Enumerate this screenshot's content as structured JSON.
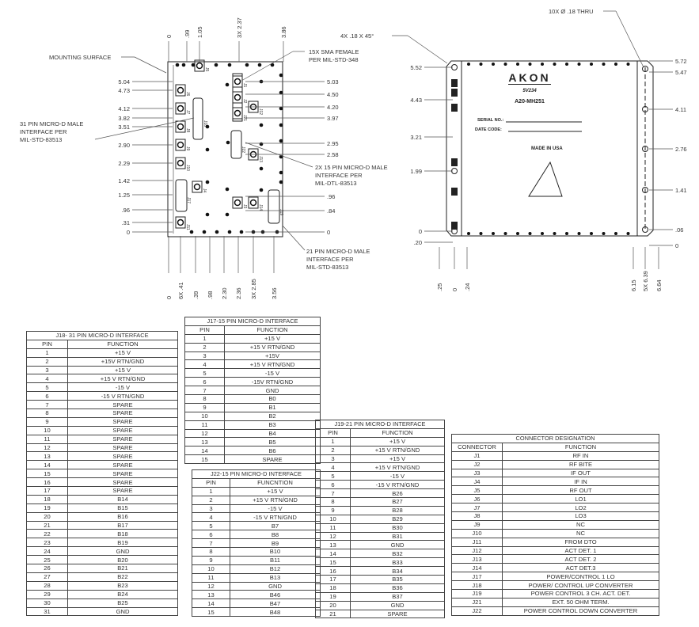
{
  "drawing_left": {
    "notes": {
      "mounting": "MOUNTING SURFACE",
      "sma": [
        "15X SMA FEMALE",
        "PER MIL-STD-348"
      ],
      "pin31": [
        "31 PIN MICRO-D MALE",
        "INTERFACE PER",
        "MIL-STD-83513"
      ],
      "pin15": [
        "2X 15 PIN MICRO-D MALE",
        "INTERFACE PER",
        "MIL-DTL-83513"
      ],
      "pin21": [
        "21 PIN MICRO-D MALE",
        "INTERFACE PER",
        "MIL-STD-83513"
      ]
    },
    "left_dims": [
      "5.04",
      "4.73",
      "4.12",
      "3.82",
      "3.51",
      "2.90",
      "2.29",
      "1.42",
      "1.25",
      ".96",
      ".31",
      "0"
    ],
    "right_dims": [
      "5.03",
      "4.50",
      "4.20",
      "3.97",
      "2.95",
      "2.58",
      ".96",
      ".84",
      "0"
    ],
    "top_dims": [
      "0",
      ".99",
      "1.05",
      "3X 2.37",
      "3.86"
    ],
    "bottom_dims": [
      "0",
      "6X .41",
      ".39",
      ".98",
      "2.30",
      "2.36",
      "3X 2.85",
      "3.56"
    ],
    "connector_labels": [
      "J5",
      "J6",
      "J7",
      "J8",
      "J9",
      "J10",
      "J17",
      "J4",
      "J11",
      "J18",
      "J1",
      "J2",
      "J21",
      "J12",
      "J22",
      "J13",
      "J3",
      "J14",
      "J19"
    ]
  },
  "drawing_right": {
    "notes": {
      "chamfer": "4X .18 X 45°",
      "holes": "10X Ø .18 THRU"
    },
    "left_dims": [
      "5.52",
      "4.43",
      "3.21",
      "1.99",
      "0",
      ".20"
    ],
    "right_dims": [
      "5.72",
      "5.47",
      "4.11",
      "2.76",
      "1.41",
      ".06",
      "0"
    ],
    "bottom_dims": [
      ".25",
      "0",
      ".24",
      "6.15",
      "5X 6.39",
      "6.64"
    ],
    "label": {
      "logo": "AKON",
      "code": "5V234",
      "part": "A20-MH251",
      "serial": "SERIAL NO.:",
      "date": "DATE CODE:",
      "origin": "MADE IN USA"
    }
  },
  "tables": {
    "j18": {
      "title": "J18- 31 PIN  MICRO-D INTERFACE",
      "headers": [
        "PIN",
        "FUNCTION"
      ],
      "rows": [
        [
          "1",
          "+15 V"
        ],
        [
          "2",
          "+15V RTN/GND"
        ],
        [
          "3",
          "+15 V"
        ],
        [
          "4",
          "+15 V RTN/GND"
        ],
        [
          "5",
          "-15 V"
        ],
        [
          "6",
          "-15 V RTN/GND"
        ],
        [
          "7",
          "SPARE"
        ],
        [
          "8",
          "SPARE"
        ],
        [
          "9",
          "SPARE"
        ],
        [
          "10",
          "SPARE"
        ],
        [
          "11",
          "SPARE"
        ],
        [
          "12",
          "SPARE"
        ],
        [
          "13",
          "SPARE"
        ],
        [
          "14",
          "SPARE"
        ],
        [
          "15",
          "SPARE"
        ],
        [
          "16",
          "SPARE"
        ],
        [
          "17",
          "SPARE"
        ],
        [
          "18",
          "B14"
        ],
        [
          "19",
          "B15"
        ],
        [
          "20",
          "B16"
        ],
        [
          "21",
          "B17"
        ],
        [
          "22",
          "B18"
        ],
        [
          "23",
          "B19"
        ],
        [
          "24",
          "GND"
        ],
        [
          "25",
          "B20"
        ],
        [
          "26",
          "B21"
        ],
        [
          "27",
          "B22"
        ],
        [
          "28",
          "B23"
        ],
        [
          "29",
          "B24"
        ],
        [
          "30",
          "B25"
        ],
        [
          "31",
          "GND"
        ]
      ]
    },
    "j17": {
      "title": "J17-15 PIN MICRO-D INTERFACE",
      "headers": [
        "PIN",
        "FUNCTION"
      ],
      "rows": [
        [
          "1",
          "+15 V"
        ],
        [
          "2",
          "+15 V RTN/GND"
        ],
        [
          "3",
          "+15V"
        ],
        [
          "4",
          "+15 V RTN/GND"
        ],
        [
          "5",
          "-15 V"
        ],
        [
          "6",
          "-15V RTN/GND"
        ],
        [
          "7",
          "GND"
        ],
        [
          "8",
          "B0"
        ],
        [
          "9",
          "B1"
        ],
        [
          "10",
          "B2"
        ],
        [
          "11",
          "B3"
        ],
        [
          "12",
          "B4"
        ],
        [
          "13",
          "B5"
        ],
        [
          "14",
          "B6"
        ],
        [
          "15",
          "SPARE"
        ]
      ]
    },
    "j22": {
      "title": "J22-15 PIN MICRO-D INTERFACE",
      "headers": [
        "PIN",
        "FUNCNTION"
      ],
      "rows": [
        [
          "1",
          "+15 V"
        ],
        [
          "2",
          "+15 V RTN/GND"
        ],
        [
          "3",
          "-15 V"
        ],
        [
          "4",
          "-15 V RTN/GND"
        ],
        [
          "5",
          "B7"
        ],
        [
          "6",
          "B8"
        ],
        [
          "7",
          "B9"
        ],
        [
          "8",
          "B10"
        ],
        [
          "9",
          "B11"
        ],
        [
          "10",
          "B12"
        ],
        [
          "11",
          "B13"
        ],
        [
          "12",
          "GND"
        ],
        [
          "13",
          "B46"
        ],
        [
          "14",
          "B47"
        ],
        [
          "15",
          "B48"
        ]
      ]
    },
    "j19": {
      "title": "J19-21 PIN MICRO-D INTERFACE",
      "headers": [
        "PIN",
        "FUNCTION"
      ],
      "rows": [
        [
          "1",
          "+15 V"
        ],
        [
          "2",
          "+15 V RTN/GND"
        ],
        [
          "3",
          "+15 V"
        ],
        [
          "4",
          "+15 V RTN/GND"
        ],
        [
          "5",
          "-15 V"
        ],
        [
          "6",
          "-15 V RTN/GND"
        ],
        [
          "7",
          "B26"
        ],
        [
          "8",
          "B27"
        ],
        [
          "9",
          "B28"
        ],
        [
          "10",
          "B29"
        ],
        [
          "11",
          "B30"
        ],
        [
          "12",
          "B31"
        ],
        [
          "13",
          "GND"
        ],
        [
          "14",
          "B32"
        ],
        [
          "15",
          "B33"
        ],
        [
          "16",
          "B34"
        ],
        [
          "17",
          "B35"
        ],
        [
          "18",
          "B36"
        ],
        [
          "19",
          "B37"
        ],
        [
          "20",
          "GND"
        ],
        [
          "21",
          "SPARE"
        ]
      ]
    },
    "conn": {
      "title": "CONNECTOR DESIGNATION",
      "headers": [
        "CONNECTOR",
        "FUNCTION"
      ],
      "rows": [
        [
          "J1",
          "RF IN"
        ],
        [
          "J2",
          "RF BITE"
        ],
        [
          "J3",
          "IF OUT"
        ],
        [
          "J4",
          "IF IN"
        ],
        [
          "J5",
          "RF OUT"
        ],
        [
          "J6",
          "LO1"
        ],
        [
          "J7",
          "LO2"
        ],
        [
          "J8",
          "LO3"
        ],
        [
          "J9",
          "NC"
        ],
        [
          "J10",
          "NC"
        ],
        [
          "J11",
          "FROM DTO"
        ],
        [
          "J12",
          "ACT DET. 1"
        ],
        [
          "J13",
          "ACT DET. 2"
        ],
        [
          "J14",
          "ACT DET.3"
        ],
        [
          "J17",
          "POWER/CONTROL 1 LO"
        ],
        [
          "J18",
          "POWER/ CONTROL UP CONVERTER"
        ],
        [
          "J19",
          "POWER CONTROL 3 CH. ACT. DET."
        ],
        [
          "J21",
          "EXT. 50 OHM TERM."
        ],
        [
          "J22",
          "POWER CONTROL DOWN CONVERTER"
        ]
      ]
    }
  }
}
